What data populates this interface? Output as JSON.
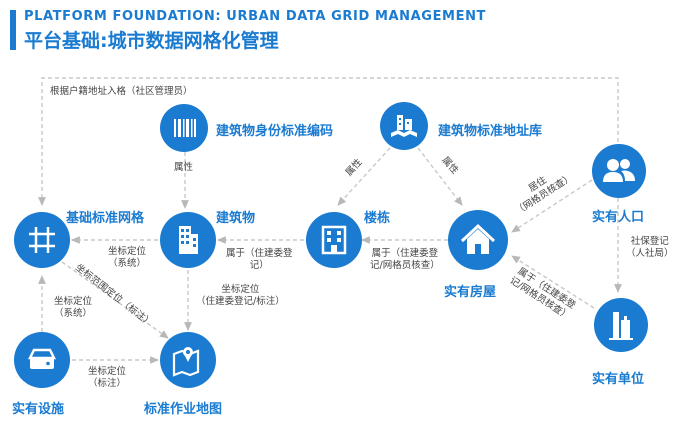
{
  "header": {
    "subtitle": "PLATFORM FOUNDATION: URBAN DATA GRID MANAGEMENT",
    "title": "平台基础:城市数据网格化管理"
  },
  "nodes": {
    "building_id_code": "建筑物身份标准编码",
    "building_address_db": "建筑物标准地址库",
    "real_population": "实有人口",
    "basic_grid": "基础标准网格",
    "building": "建筑物",
    "tower": "楼栋",
    "real_housing": "实有房屋",
    "real_unit": "实有单位",
    "real_facility": "实有设施",
    "standard_map": "标准作业地图"
  },
  "edges": {
    "top_loop": "根据户籍地址入格（社区管理员）",
    "attr_code_building": "属性",
    "attr_addr_tower": "属性",
    "attr_addr_housing": "属性",
    "pop_housing_1": "居住",
    "pop_housing_2": "（网格员核查）",
    "pop_unit_1": "社保登记",
    "pop_unit_2": "（人社局）",
    "unit_housing_1": "属于（住建委登",
    "unit_housing_2": "记/网格员核查）",
    "housing_tower_1": "属于（住建委登",
    "housing_tower_2": "记/网格员核查）",
    "tower_building_1": "属于（住建委登",
    "tower_building_2": "记）",
    "building_grid_1": "坐标定位",
    "building_grid_2": "（系统）",
    "grid_map_1": "坐标范围定位（标注）",
    "building_map_1": "坐标定位",
    "building_map_2": "（住建委登记/标注）",
    "facility_grid_1": "坐标定位",
    "facility_grid_2": "（系统）",
    "facility_map_1": "坐标定位",
    "facility_map_2": "（标注）"
  },
  "colors": {
    "primary": "#1a7bd1",
    "line": "#c8c8c8",
    "text": "#444444"
  },
  "icons": {
    "building_id_code": "barcode-icon",
    "building_address_db": "map-building-icon",
    "real_population": "people-icon",
    "basic_grid": "grid-icon",
    "building": "office-building-icon",
    "tower": "apartment-icon",
    "real_housing": "house-icon",
    "real_unit": "unit-icon",
    "real_facility": "server-icon",
    "standard_map": "map-pin-icon"
  }
}
